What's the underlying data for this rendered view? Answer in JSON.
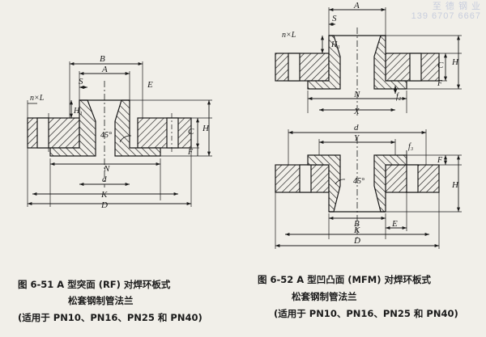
{
  "watermark": {
    "line1": "至 德 钢 业",
    "line2": "139 6707 6667"
  },
  "figure_left": {
    "caption_line1": "图 6-51   A 型突面 (RF) 对焊环板式",
    "caption_line2": "松套钢制管法兰",
    "caption_line3": "(适用于 PN10、PN16、PN25 和 PN40)",
    "labels": {
      "B": "B",
      "A": "A",
      "S": "S",
      "E": "E",
      "nxL": "n×L",
      "H1": "H₁",
      "angle": "45°",
      "C": "C",
      "H": "H",
      "F": "F",
      "N": "N",
      "d": "d",
      "K": "K",
      "D": "D"
    }
  },
  "figure_right": {
    "caption_line1": "图 6-52   A 型凹凸面 (MFM) 对焊环板式",
    "caption_line2": "松套钢制管法兰",
    "caption_line3": "(适用于 PN10、PN16、PN25 和 PN40)",
    "labels_top": {
      "A": "A",
      "S": "S",
      "nxL": "n×L",
      "H1": "H₁",
      "C": "C",
      "H": "H",
      "F": "F",
      "f2": "f₂",
      "N": "N",
      "X": "X"
    },
    "labels_bottom": {
      "d": "d",
      "Y": "Y",
      "f3": "f₃",
      "F": "F",
      "H": "H",
      "angle": "45°",
      "B": "B",
      "E": "E",
      "K": "K",
      "D": "D"
    }
  }
}
